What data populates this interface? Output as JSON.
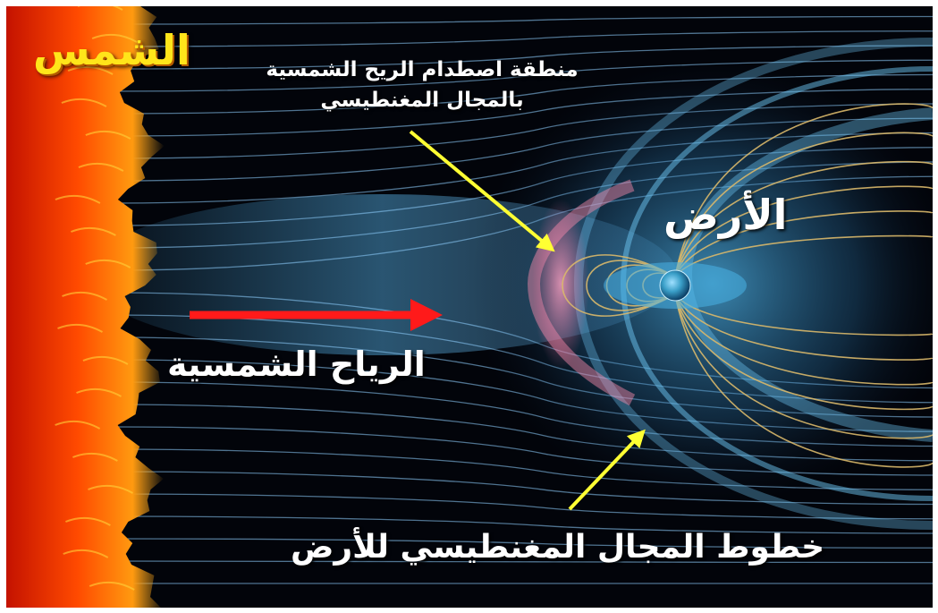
{
  "labels": {
    "sun": "الشمس",
    "collision_line1": "منطقة اصطدام الريح الشمسية",
    "collision_line2": "بالمجال المغنطيسي",
    "earth": "الأرض",
    "solar_wind": "الرياح الشمسية",
    "field_lines": "خطوط المجال المغنطيسي للأرض"
  },
  "colors": {
    "background": "#02040a",
    "sun_core": "#ff6a00",
    "sun_edge": "#c41200",
    "wind_arrow": "#ff1a1a",
    "pointer_arrow": "#ffff33",
    "field_line_blue": "#8fd0ff",
    "field_line_gold": "#d9b86a",
    "bow_shock": "#ff8fb0",
    "earth": "#3a9fc8"
  },
  "icons": {
    "wind_arrow": "red-right-arrow",
    "pointer": "yellow-arrow"
  }
}
